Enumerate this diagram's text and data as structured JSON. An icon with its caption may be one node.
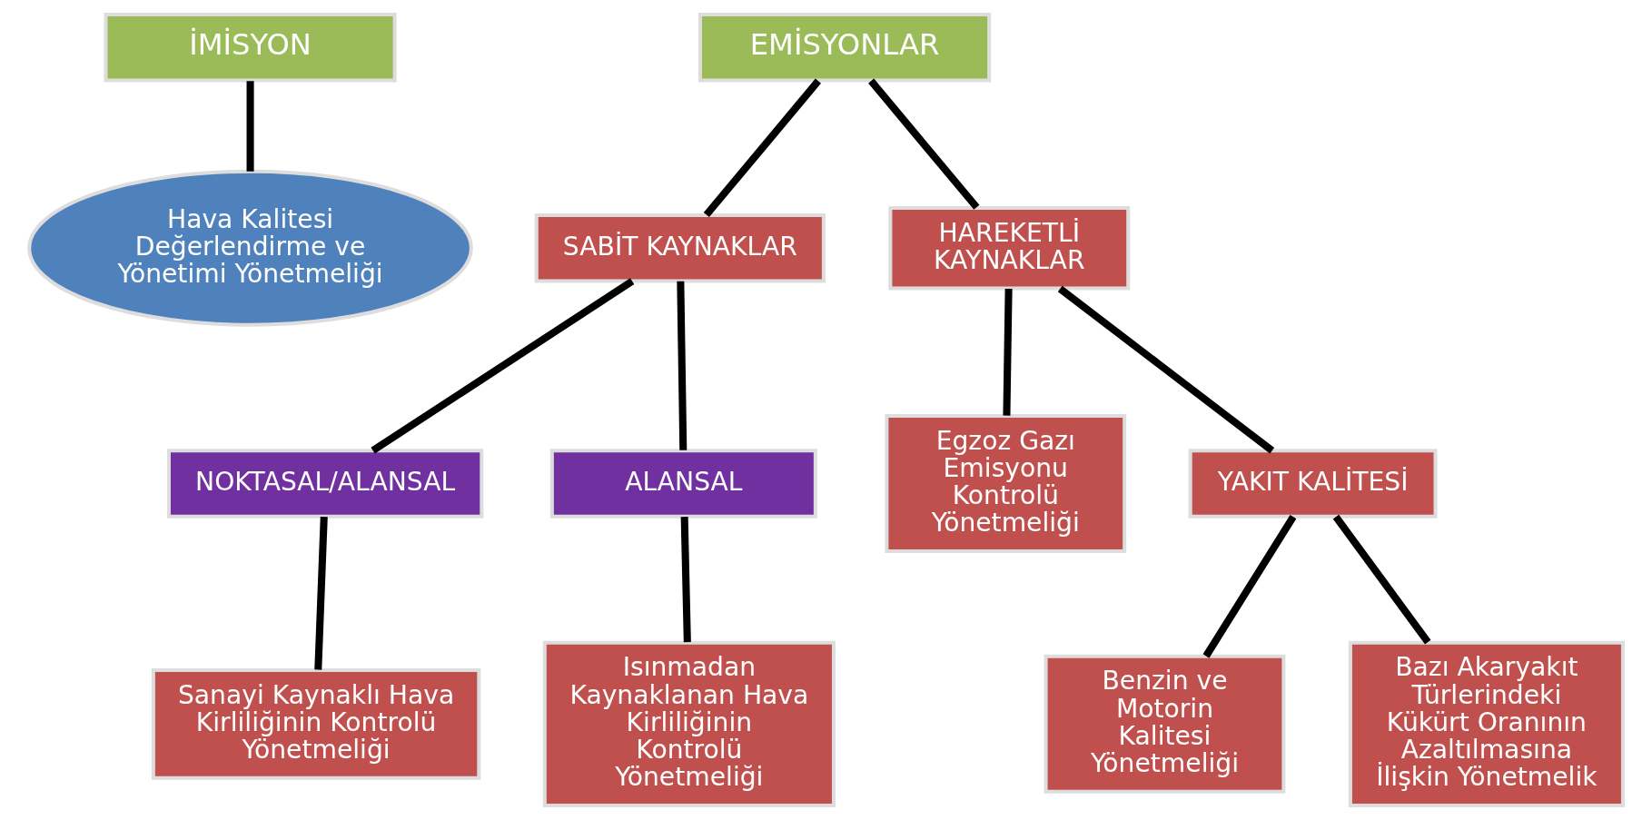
{
  "diagram": {
    "nodes": [
      {
        "text": [
          "İMİSYON"
        ]
      },
      {
        "text": [
          "Hava Kalitesi Değerlendirme ve Yönetimi Yönetmeliği"
        ]
      },
      {
        "text": [
          "EMİSYONLAR"
        ]
      },
      {
        "text": [
          "SABİT KAYNAKLAR"
        ]
      },
      {
        "text": [
          "HAREKETLİ KAYNAKLAR"
        ]
      },
      {
        "text": [
          "NOKTASAL/ALANSAL"
        ]
      },
      {
        "text": [
          "ALANSAL"
        ]
      },
      {
        "text": [
          "Egzoz Gazı Emisyonu Kontrolü Yönetmeliği"
        ]
      },
      {
        "text": [
          "YAKIT KALİTESİ"
        ]
      },
      {
        "text": [
          "Sanayi Kaynaklı Hava Kirliliğinin Kontrolü Yönetmeliği"
        ]
      },
      {
        "text": [
          "Isınmadan Kaynaklanan Hava Kirliliğinin Kontrolü Yönetmeliği"
        ]
      },
      {
        "text": [
          "Benzin ve Motorin Kalitesi Yönetmeliği"
        ]
      },
      {
        "text": [
          "Bazı Akaryakıt Türlerindeki Kükürt Oranının Azaltılmasına İlişkin Yönetmelik"
        ]
      }
    ],
    "edges": [
      {
        "from": 0,
        "to": 1,
        "arrow": "none"
      },
      {
        "from": 2,
        "to": 3,
        "arrow": "none"
      },
      {
        "from": 2,
        "to": 4,
        "arrow": "none"
      },
      {
        "from": 3,
        "to": 5,
        "arrow": "none"
      },
      {
        "from": 3,
        "to": 6,
        "arrow": "none"
      },
      {
        "from": 4,
        "to": 7,
        "arrow": "none"
      },
      {
        "from": 4,
        "to": 8,
        "arrow": "none"
      },
      {
        "from": 5,
        "to": 9,
        "arrow": "none"
      },
      {
        "from": 6,
        "to": 10,
        "arrow": "none"
      },
      {
        "from": 8,
        "to": 11,
        "arrow": "none"
      },
      {
        "from": 8,
        "to": 12,
        "arrow": "none"
      }
    ]
  }
}
